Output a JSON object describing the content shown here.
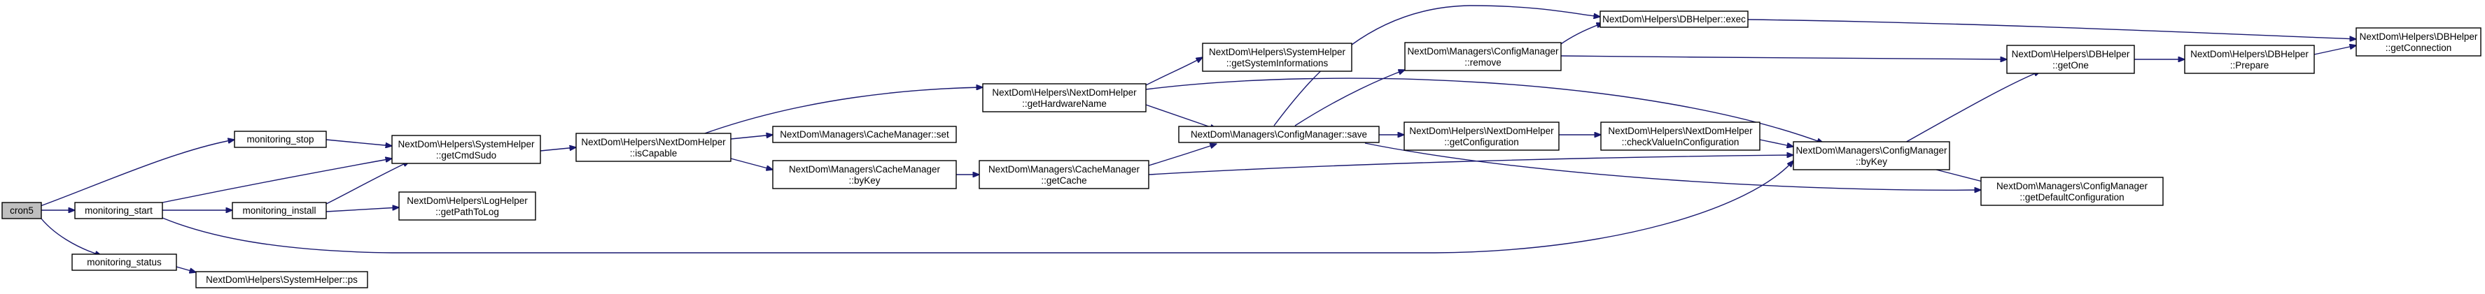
{
  "nodes": {
    "cron5": [
      "cron5"
    ],
    "monitoring_stop": [
      "monitoring_stop"
    ],
    "monitoring_start": [
      "monitoring_start"
    ],
    "monitoring_install": [
      "monitoring_install"
    ],
    "monitoring_status": [
      "monitoring_status"
    ],
    "systemhelper_getcmdsudo": [
      "NextDom\\Helpers\\SystemHelper",
      "::getCmdSudo"
    ],
    "loghelper_getpathtolog": [
      "NextDom\\Helpers\\LogHelper",
      "::getPathToLog"
    ],
    "systemhelper_ps": [
      "NextDom\\Helpers\\SystemHelper::ps"
    ],
    "nextdomhelper_iscapable": [
      "NextDom\\Helpers\\NextDomHelper",
      "::isCapable"
    ],
    "cachemanager_set": [
      "NextDom\\Managers\\CacheManager::set"
    ],
    "cachemanager_bykey": [
      "NextDom\\Managers\\CacheManager",
      "::byKey"
    ],
    "nextdomhelper_gethardwarename": [
      "NextDom\\Helpers\\NextDomHelper",
      "::getHardwareName"
    ],
    "systemhelper_getsysteminformations": [
      "NextDom\\Helpers\\SystemHelper",
      "::getSystemInformations"
    ],
    "cachemanager_getcache": [
      "NextDom\\Managers\\CacheManager",
      "::getCache"
    ],
    "configmanager_save": [
      "NextDom\\Managers\\ConfigManager::save"
    ],
    "configmanager_remove": [
      "NextDom\\Managers\\ConfigManager",
      "::remove"
    ],
    "dbhelper_exec": [
      "NextDom\\Helpers\\DBHelper::exec"
    ],
    "nextdomhelper_getconfiguration": [
      "NextDom\\Helpers\\NextDomHelper",
      "::getConfiguration"
    ],
    "nextdomhelper_checkvalueinconfiguration": [
      "NextDom\\Helpers\\NextDomHelper",
      "::checkValueInConfiguration"
    ],
    "configmanager_bykey": [
      "NextDom\\Managers\\ConfigManager",
      "::byKey"
    ],
    "configmanager_getdefaultconfiguration": [
      "NextDom\\Managers\\ConfigManager",
      "::getDefaultConfiguration"
    ],
    "dbhelper_getone": [
      "NextDom\\Helpers\\DBHelper",
      "::getOne"
    ],
    "dbhelper_prepare": [
      "NextDom\\Helpers\\DBHelper",
      "::Prepare"
    ],
    "dbhelper_getconnection": [
      "NextDom\\Helpers\\DBHelper",
      "::getConnection"
    ]
  },
  "colors": {
    "node_border": "#000000",
    "node_fill": "#ffffff",
    "root_fill": "#bfbfbf",
    "edge": "#191970"
  },
  "edges": [
    [
      "cron5",
      "monitoring_stop"
    ],
    [
      "cron5",
      "monitoring_start"
    ],
    [
      "cron5",
      "monitoring_status"
    ],
    [
      "monitoring_stop",
      "systemhelper_getcmdsudo"
    ],
    [
      "monitoring_start",
      "systemhelper_getcmdsudo"
    ],
    [
      "monitoring_start",
      "monitoring_install"
    ],
    [
      "monitoring_start",
      "configmanager_bykey"
    ],
    [
      "monitoring_install",
      "systemhelper_getcmdsudo"
    ],
    [
      "monitoring_install",
      "loghelper_getpathtolog"
    ],
    [
      "monitoring_status",
      "systemhelper_ps"
    ],
    [
      "systemhelper_getcmdsudo",
      "nextdomhelper_iscapable"
    ],
    [
      "nextdomhelper_iscapable",
      "nextdomhelper_gethardwarename"
    ],
    [
      "nextdomhelper_iscapable",
      "cachemanager_set"
    ],
    [
      "nextdomhelper_iscapable",
      "cachemanager_bykey"
    ],
    [
      "nextdomhelper_gethardwarename",
      "systemhelper_getsysteminformations"
    ],
    [
      "nextdomhelper_gethardwarename",
      "configmanager_save"
    ],
    [
      "nextdomhelper_gethardwarename",
      "configmanager_bykey"
    ],
    [
      "cachemanager_bykey",
      "cachemanager_getcache"
    ],
    [
      "cachemanager_getcache",
      "configmanager_save"
    ],
    [
      "cachemanager_getcache",
      "configmanager_bykey"
    ],
    [
      "configmanager_save",
      "dbhelper_exec"
    ],
    [
      "configmanager_save",
      "configmanager_remove"
    ],
    [
      "configmanager_save",
      "nextdomhelper_getconfiguration"
    ],
    [
      "configmanager_save",
      "configmanager_getdefaultconfiguration"
    ],
    [
      "configmanager_remove",
      "dbhelper_exec"
    ],
    [
      "configmanager_remove",
      "dbhelper_getone"
    ],
    [
      "nextdomhelper_getconfiguration",
      "nextdomhelper_checkvalueinconfiguration"
    ],
    [
      "nextdomhelper_checkvalueinconfiguration",
      "configmanager_bykey"
    ],
    [
      "configmanager_bykey",
      "dbhelper_getone"
    ],
    [
      "configmanager_bykey",
      "configmanager_getdefaultconfiguration"
    ],
    [
      "dbhelper_exec",
      "dbhelper_getconnection"
    ],
    [
      "dbhelper_getone",
      "dbhelper_prepare"
    ],
    [
      "dbhelper_prepare",
      "dbhelper_getconnection"
    ]
  ]
}
